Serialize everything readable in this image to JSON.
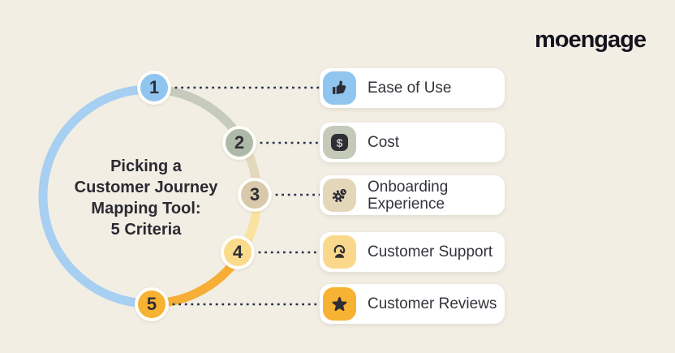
{
  "background": "#F0ECE2",
  "logo": {
    "m": "m",
    "o": "o",
    "rest": "engage",
    "color": "#14131E"
  },
  "title": {
    "text": "Picking a Customer Journey Mapping Tool: 5 Criteria",
    "lines": [
      "Picking a",
      "Customer Journey",
      "Mapping Tool:",
      "5 Criteria"
    ],
    "color": "#2B2A32"
  },
  "connector": {
    "color": "#2A314E",
    "style": "dotted"
  },
  "glyph_color": "#2E2D35",
  "card_background": "#FFFFFF",
  "icons": {
    "dollar_symbol": "$"
  },
  "criteria": [
    {
      "number": "1",
      "label": "Ease of Use",
      "icon": "thumbs-up-icon",
      "node_color": "#8FC5EF",
      "tile_color": "#8FC5EF",
      "arc_color": "#A6CFF2"
    },
    {
      "number": "2",
      "label": "Cost",
      "icon": "dollar-icon",
      "node_color": "#AEB9A8",
      "tile_color": "#C4C9BA",
      "arc_color": "#C6CBBD"
    },
    {
      "number": "3",
      "label": "Onboarding Experience",
      "icon": "gear-clock-icon",
      "node_color": "#D9C9AB",
      "tile_color": "#E4D7B9",
      "arc_color": "#E3D7BC"
    },
    {
      "number": "4",
      "label": "Customer Support",
      "icon": "support-agent-icon",
      "node_color": "#FADB8B",
      "tile_color": "#FAD88B",
      "arc_color": "#FAE3A0"
    },
    {
      "number": "5",
      "label": "Customer Reviews",
      "icon": "star-icon",
      "node_color": "#F7B233",
      "tile_color": "#F7B233",
      "arc_color": "#F6AE36"
    }
  ]
}
